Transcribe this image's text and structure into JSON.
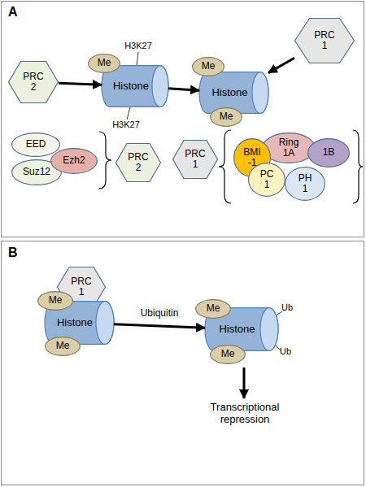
{
  "diagram": {
    "nodes": [
      {
        "text": [
          "PRC 2"
        ]
      },
      {
        "text": [
          "Me"
        ]
      },
      {
        "text": [
          "Histone"
        ]
      },
      {
        "text": [
          "Me"
        ]
      },
      {
        "text": [
          "Histone"
        ]
      },
      {
        "text": [
          "Me"
        ]
      },
      {
        "text": [
          "PRC 1"
        ]
      },
      {
        "text": [
          "EED"
        ]
      },
      {
        "text": [
          "Ezh2"
        ]
      },
      {
        "text": [
          "Suz12"
        ]
      },
      {
        "text": [
          "PRC 2"
        ]
      },
      {
        "text": [
          "PRC 1"
        ]
      },
      {
        "text": [
          "BMI -1"
        ]
      },
      {
        "text": [
          "Ring 1A"
        ]
      },
      {
        "text": [
          "1B"
        ]
      },
      {
        "text": [
          "PC 1"
        ]
      },
      {
        "text": [
          "PH 1"
        ]
      },
      {
        "text": [
          "PRC 1"
        ]
      },
      {
        "text": [
          "Me"
        ]
      },
      {
        "text": [
          "Histone"
        ]
      },
      {
        "text": [
          "Me"
        ]
      },
      {
        "text": [
          "Me"
        ]
      },
      {
        "text": [
          "Histone"
        ]
      },
      {
        "text": [
          "Me"
        ]
      }
    ],
    "edges": [
      {
        "from": 0,
        "to": 2,
        "arrow": "to"
      },
      {
        "from": 2,
        "to": 4,
        "arrow": "to"
      },
      {
        "from": 6,
        "to": 4,
        "arrow": "to"
      },
      {
        "from": 19,
        "to": 22,
        "arrow": "to",
        "label": "Ubiquitin"
      }
    ],
    "labels": [
      "A",
      "H3K27",
      "H3K27",
      "B",
      "Ub",
      "Ub",
      "Transcriptional repression"
    ]
  }
}
